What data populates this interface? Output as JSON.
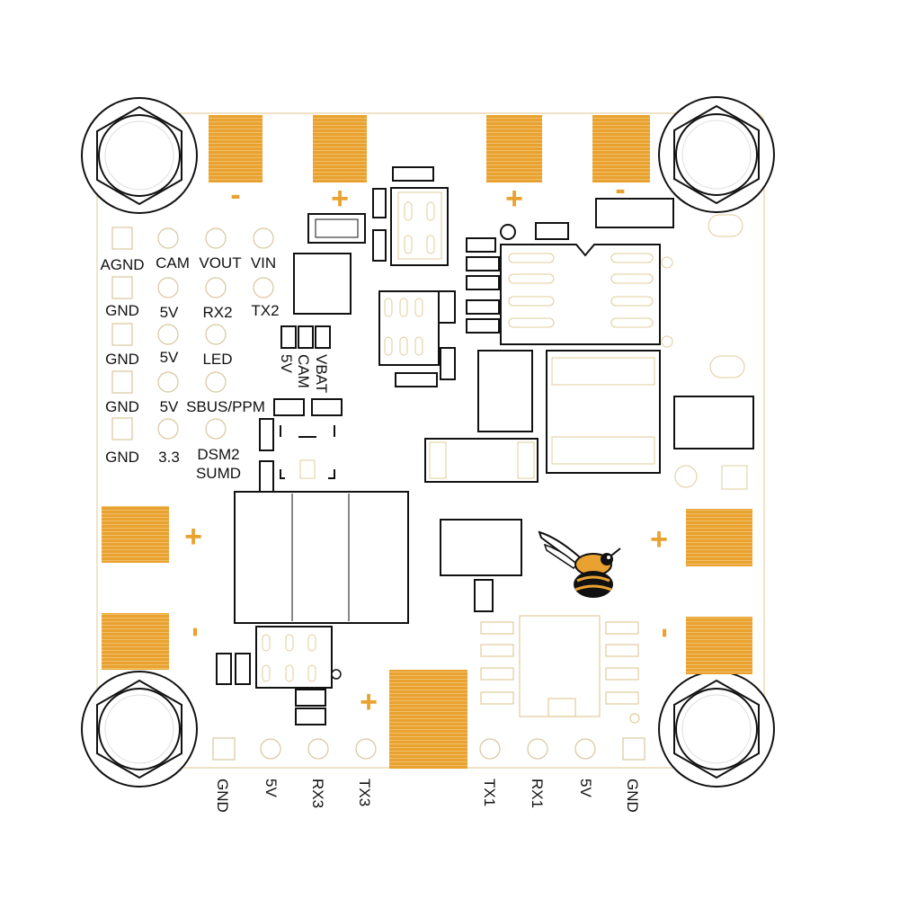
{
  "colors": {
    "copper": "#E9A230",
    "outline": "#e8d8b0",
    "ink": "#111111"
  },
  "top_pads": {
    "signs": [
      "-",
      "+",
      "+",
      "-"
    ]
  },
  "left_header": {
    "rows": [
      [
        "AGND",
        "CAM",
        "VOUT",
        "VIN"
      ],
      [
        "GND",
        "5V",
        "RX2",
        "TX2"
      ],
      [
        "GND",
        "5V",
        "LED"
      ],
      [
        "GND",
        "5V",
        "SBUS/PPM"
      ],
      [
        "GND",
        "3.3",
        "DSM2"
      ]
    ],
    "extra": "SUMD"
  },
  "jumper_labels": [
    "5V",
    "CAM",
    "VBAT"
  ],
  "side_pads": {
    "left_signs": [
      "+",
      "-"
    ],
    "right_signs": [
      "+",
      "-"
    ]
  },
  "bottom_pad_sign": "+",
  "bottom_left_pins": [
    "GND",
    "5V",
    "RX3",
    "TX3"
  ],
  "bottom_right_pins": [
    "TX1",
    "RX1",
    "5V",
    "GND"
  ]
}
